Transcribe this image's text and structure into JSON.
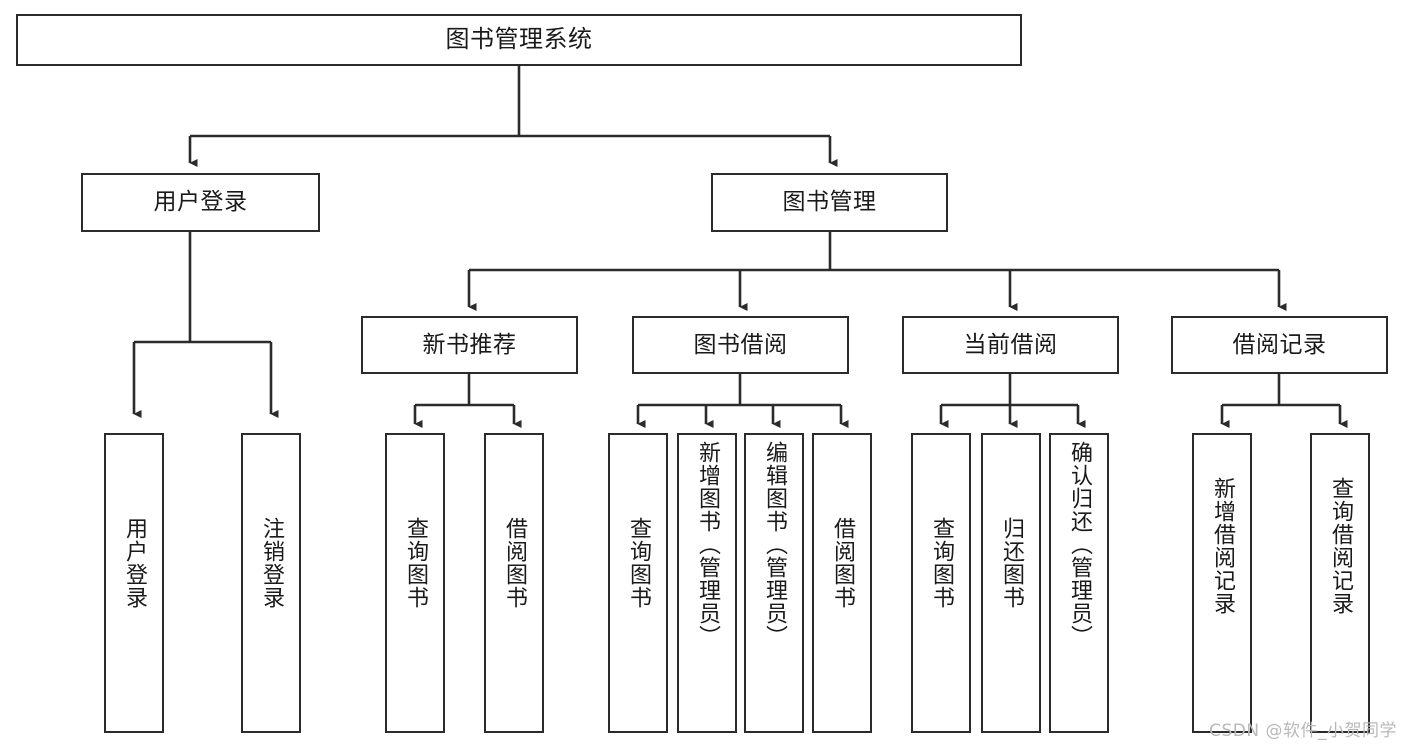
{
  "diagram": {
    "title": "图书管理系统",
    "type": "tree-hierarchy-diagram",
    "root": {
      "id": "root",
      "label": "图书管理系统"
    },
    "level2": [
      {
        "id": "login",
        "label": "用户登录"
      },
      {
        "id": "bookmgmt",
        "label": "图书管理"
      }
    ],
    "level3": [
      {
        "id": "newbook",
        "label": "新书推荐",
        "parent": "bookmgmt"
      },
      {
        "id": "borrow",
        "label": "图书借阅",
        "parent": "bookmgmt"
      },
      {
        "id": "current",
        "label": "当前借阅",
        "parent": "bookmgmt"
      },
      {
        "id": "records",
        "label": "借阅记录",
        "parent": "bookmgmt"
      }
    ],
    "leaves": [
      {
        "id": "leaf-user-login",
        "label": "用户登录",
        "parent": "login"
      },
      {
        "id": "leaf-user-logout",
        "label": "注销登录",
        "parent": "login"
      },
      {
        "id": "leaf-query-book-1",
        "label": "查询图书",
        "parent": "newbook"
      },
      {
        "id": "leaf-borrow-book-1",
        "label": "借阅图书",
        "parent": "newbook"
      },
      {
        "id": "leaf-query-book-2",
        "label": "查询图书",
        "parent": "borrow"
      },
      {
        "id": "leaf-add-book",
        "label": "新增图书（管理员）",
        "parent": "borrow"
      },
      {
        "id": "leaf-edit-book",
        "label": "编辑图书（管理员）",
        "parent": "borrow"
      },
      {
        "id": "leaf-borrow-book-2",
        "label": "借阅图书",
        "parent": "borrow"
      },
      {
        "id": "leaf-query-book-3",
        "label": "查询图书",
        "parent": "current"
      },
      {
        "id": "leaf-return-book",
        "label": "归还图书",
        "parent": "current"
      },
      {
        "id": "leaf-confirm-return",
        "label": "确认归还（管理员）",
        "parent": "current"
      },
      {
        "id": "leaf-add-record",
        "label": "新增借阅记录",
        "parent": "records"
      },
      {
        "id": "leaf-query-record",
        "label": "查询借阅记录",
        "parent": "records"
      }
    ]
  },
  "watermark": {
    "text": "CSDN @软件_小贺同学"
  },
  "colors": {
    "stroke": "#2b2b2b",
    "background": "#ffffff",
    "text": "#1a1a1a",
    "watermark": "#b9b9b9"
  }
}
